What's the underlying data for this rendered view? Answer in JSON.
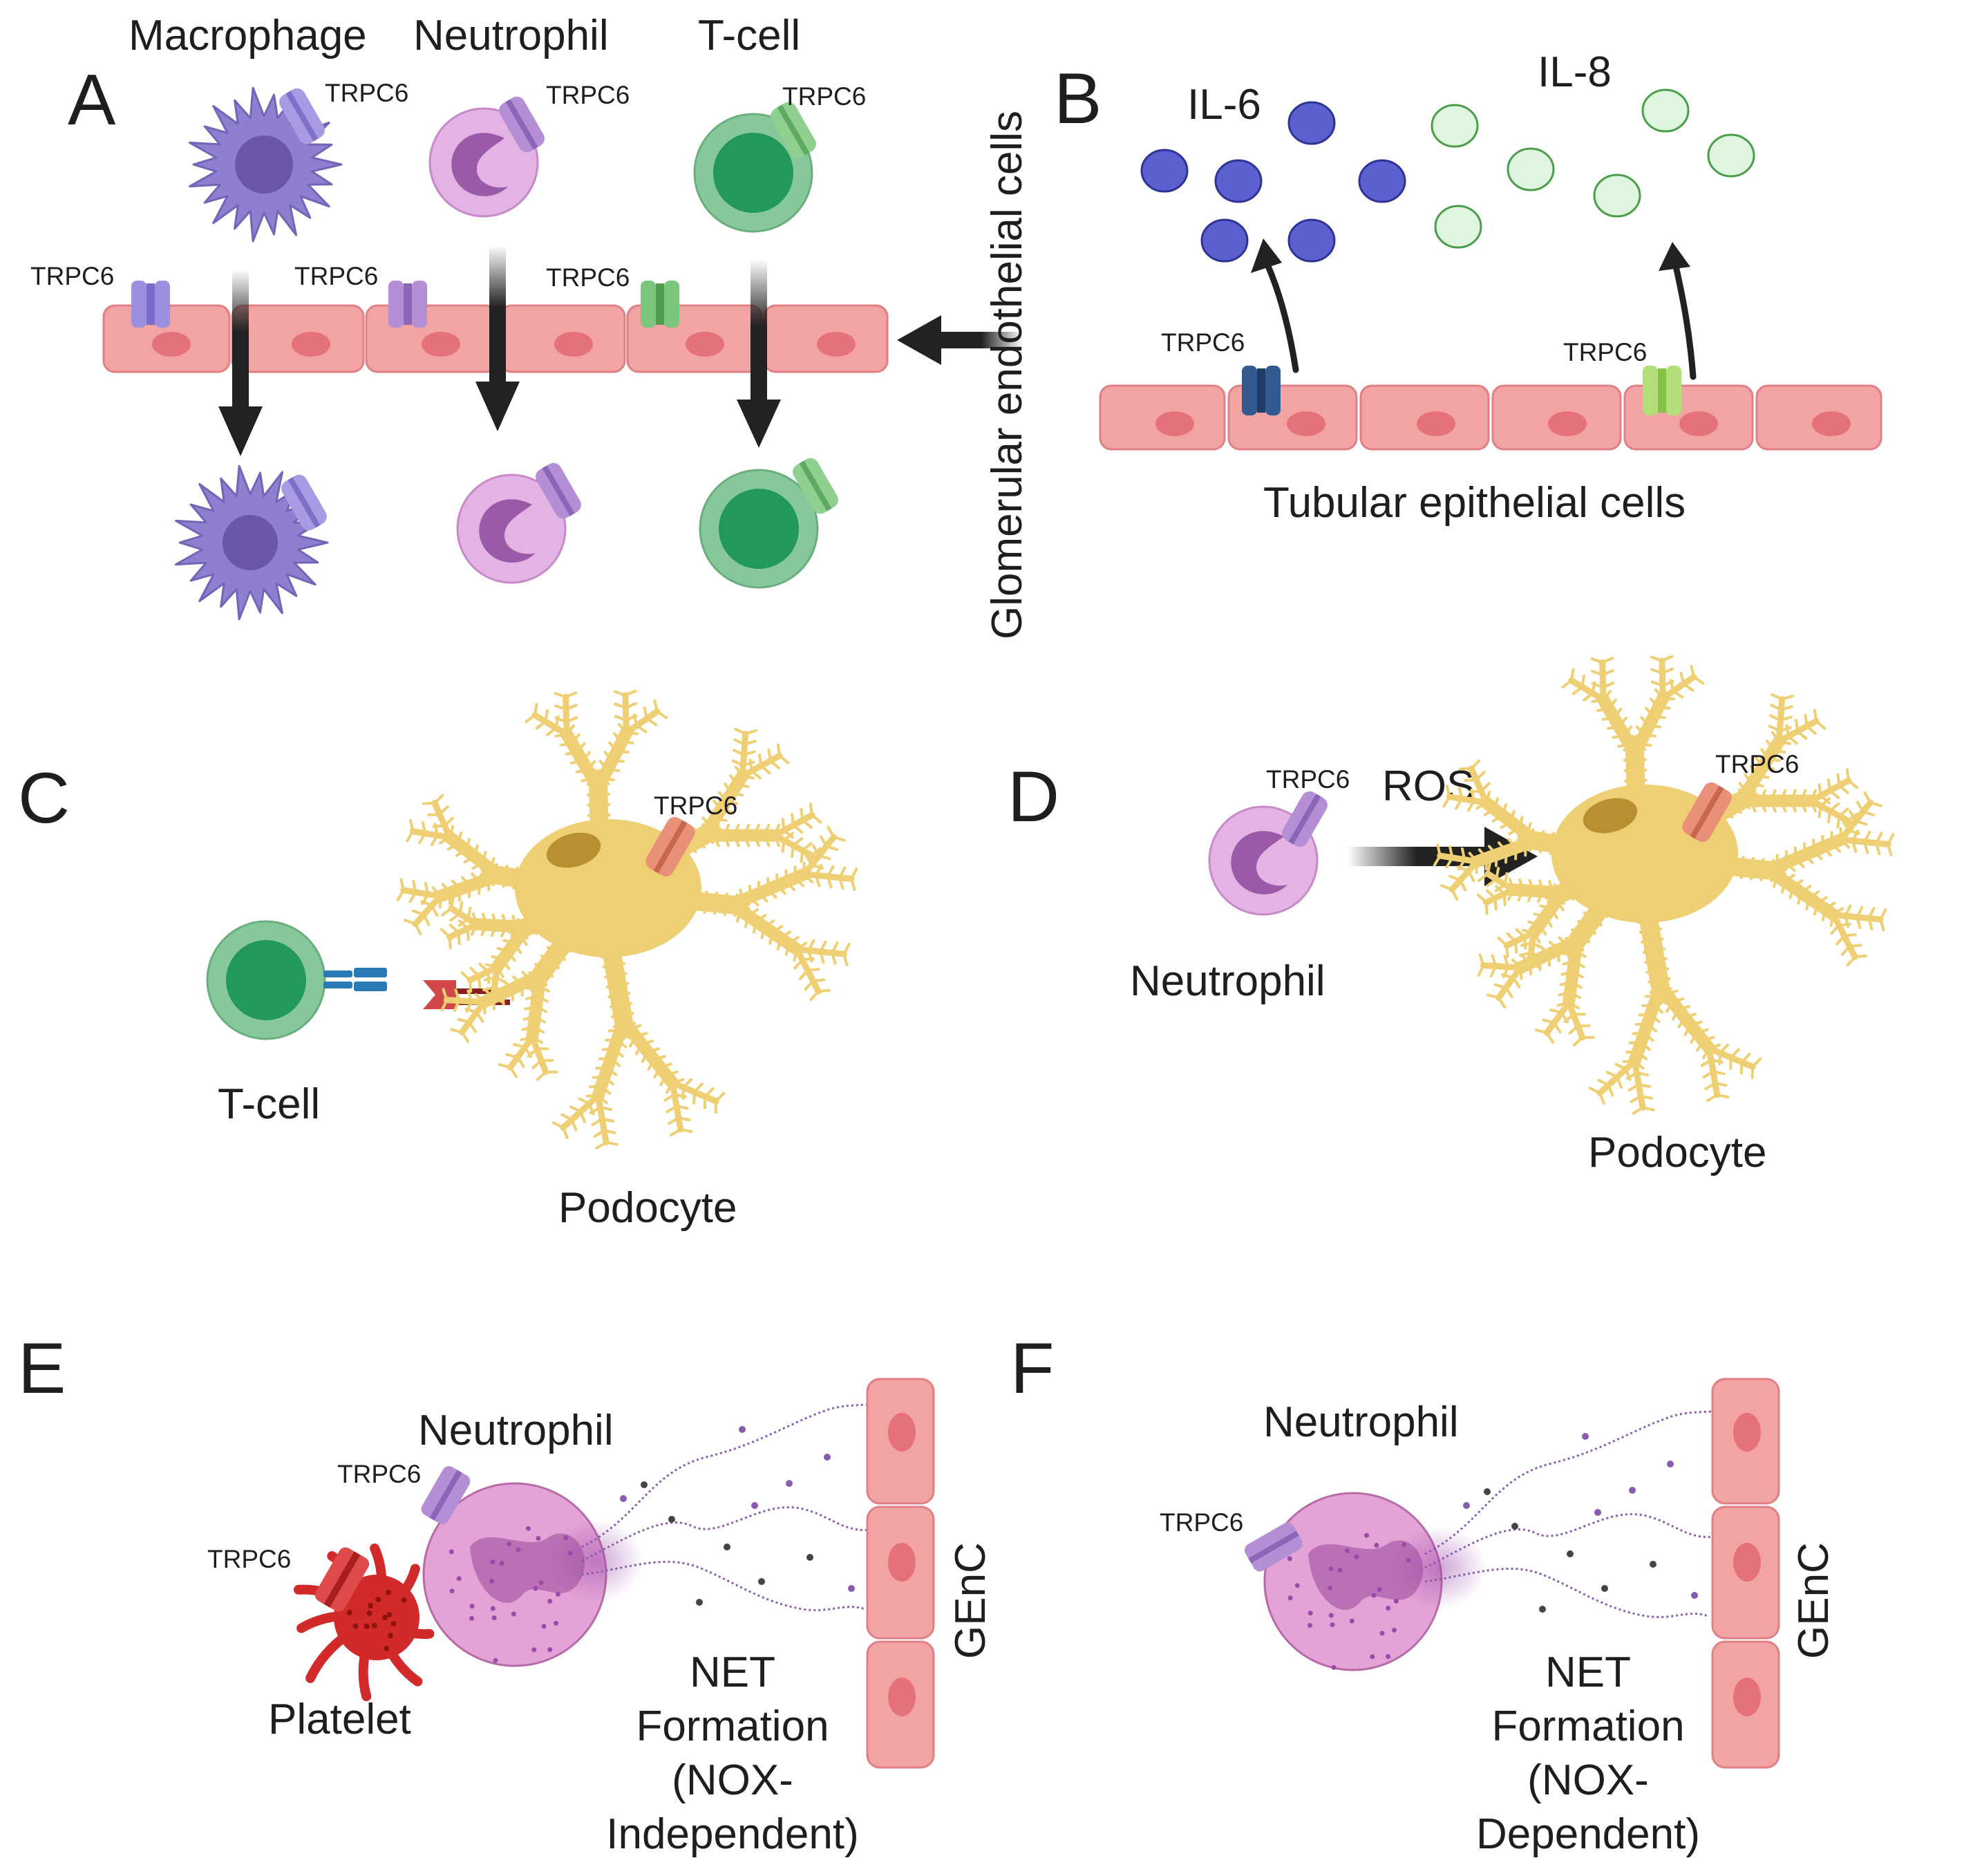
{
  "panels": {
    "a": {
      "letter": "A",
      "cell_labels": [
        "Macrophage",
        "Neutrophil",
        "T-cell"
      ],
      "channel_label": "TRPC6",
      "side_label": "Glomerular endothelial cells"
    },
    "b": {
      "letter": "B",
      "cytokine_1": "IL-6",
      "cytokine_2": "IL-8",
      "channel_label": "TRPC6",
      "cells_label": "Tubular epithelial cells"
    },
    "c": {
      "letter": "C",
      "tcell_label": "T-cell",
      "podocyte_label": "Podocyte",
      "channel_label": "TRPC6"
    },
    "d": {
      "letter": "D",
      "neutrophil_label": "Neutrophil",
      "ros_label": "ROS",
      "podocyte_label": "Podocyte",
      "channel_label": "TRPC6"
    },
    "e": {
      "letter": "E",
      "neutrophil_label": "Neutrophil",
      "platelet_label": "Platelet",
      "channel_label": "TRPC6",
      "net_lines": [
        "NET",
        "Formation",
        "(NOX-",
        "Independent)"
      ],
      "genc_label": "GEnC"
    },
    "f": {
      "letter": "F",
      "neutrophil_label": "Neutrophil",
      "channel_label": "TRPC6",
      "net_lines": [
        "NET",
        "Formation",
        "(NOX-",
        "Dependent)"
      ],
      "genc_label": "GEnC"
    }
  },
  "colors": {
    "endothelial": "#f2a3a3",
    "endothelial_nucleus": "#e5727a",
    "macrophage": "#8e7fd0",
    "neutrophil": "#e3b3e3",
    "neutrophil_nucleus": "#9a5aa8",
    "tcell": "#86c89a",
    "tcell_nucleus": "#22985a",
    "il6": "#5b5fd0",
    "il8": "#dff5df",
    "podocyte": "#efcf73",
    "platelet": "#d22a2a",
    "net_neutrophil": "#e3a3d6"
  }
}
